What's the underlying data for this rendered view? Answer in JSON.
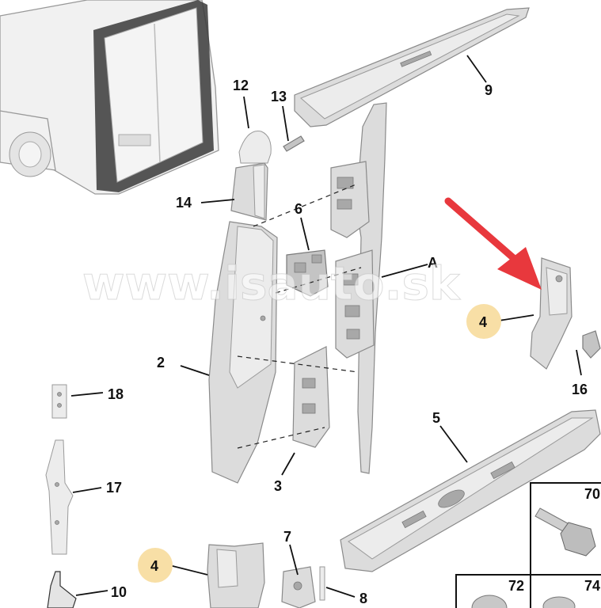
{
  "watermark": "www.isauto.sk",
  "callouts": {
    "c2": "2",
    "c3": "3",
    "c4a": "4",
    "c4b": "4",
    "c5": "5",
    "c6": "6",
    "c7": "7",
    "c8": "8",
    "c9": "9",
    "c10": "10",
    "c12": "12",
    "c13": "13",
    "c14": "14",
    "c16": "16",
    "c17": "17",
    "c18": "18",
    "cA": "A"
  },
  "inset": {
    "n70": "70",
    "n72": "72",
    "n74": "74"
  },
  "colors": {
    "arrow": "#e8383d",
    "highlight": "#f8dfa6"
  }
}
